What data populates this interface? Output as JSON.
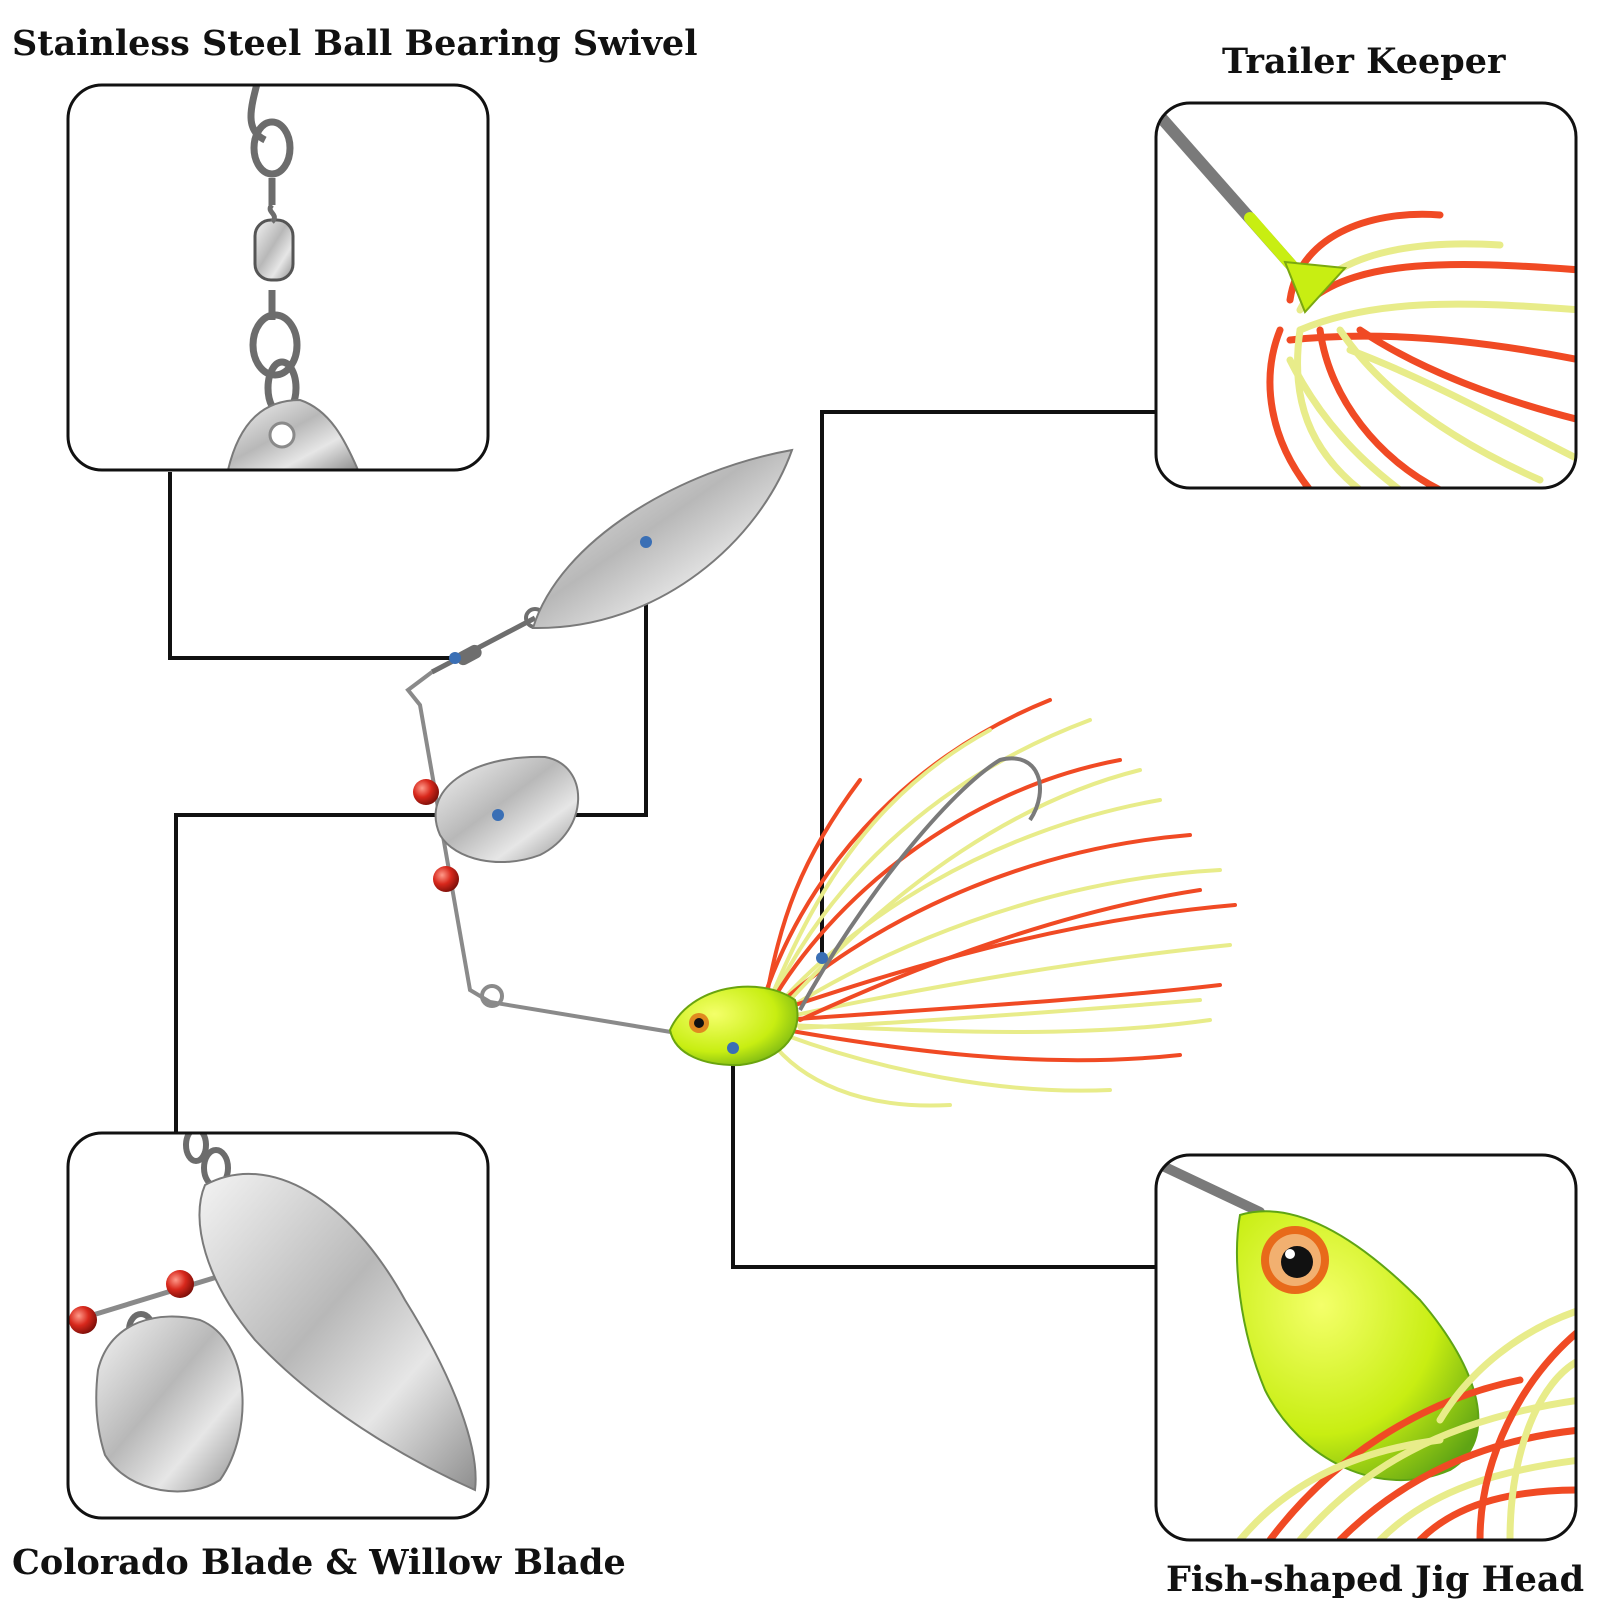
{
  "labels": {
    "swivel": "Stainless Steel Ball Bearing Swivel",
    "trailer_keeper": "Trailer Keeper",
    "blades": "Colorado Blade & Willow Blade",
    "jig_head": "Fish-shaped Jig Head"
  },
  "colors": {
    "leader_line": "#111111",
    "marker_dot": "#3a6fb5",
    "skirt_red": "#f04a24",
    "skirt_yellow": "#e8ec8a",
    "jig_head": "#c8ee12",
    "blade_silver": "#c9c9c9",
    "bead_red": "#d8281c",
    "panel_border": "#111111"
  },
  "icons": [
    "swivel-icon",
    "willow-blade-icon",
    "colorado-blade-icon",
    "bead-icon",
    "jig-head-icon",
    "skirt-icon",
    "hook-icon",
    "trailer-keeper-icon"
  ]
}
